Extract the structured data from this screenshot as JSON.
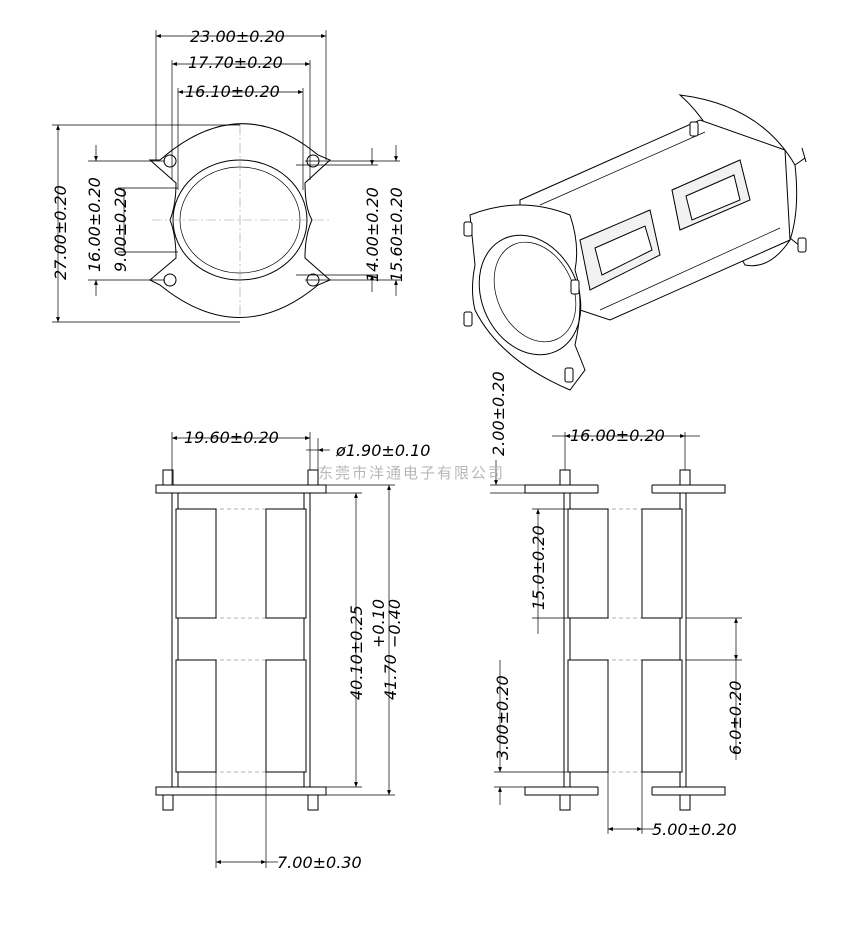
{
  "watermark": "东莞市洋通电子有限公司",
  "top_view": {
    "dim_width_23": "23.00±0.20",
    "dim_width_17_7": "17.70±0.20",
    "dim_width_16_1": "16.10±0.20",
    "dim_height_27": "27.00±0.20",
    "dim_height_16": "16.00±0.20",
    "dim_height_9": "9.00±0.20",
    "dim_height_14": "14.00±0.20",
    "dim_height_15_6": "15.60±0.20"
  },
  "front_view": {
    "dim_width_19_6": "19.60±0.20",
    "dim_pin_dia": "ø1.90±0.10",
    "dim_height_40_1": "40.10±0.25",
    "dim_height_41_7": "41.70",
    "dim_tol_plus": "+0.10",
    "dim_tol_minus": "−0.40",
    "dim_window_7": "7.00±0.30"
  },
  "side_view": {
    "dim_width_16": "16.00±0.20",
    "dim_flange_2": "2.00±0.20",
    "dim_window_15": "15.0±0.20",
    "dim_gap_6": "6.0±0.20",
    "dim_flange_3": "3.00±0.20",
    "dim_offset_5": "5.00±0.20"
  }
}
